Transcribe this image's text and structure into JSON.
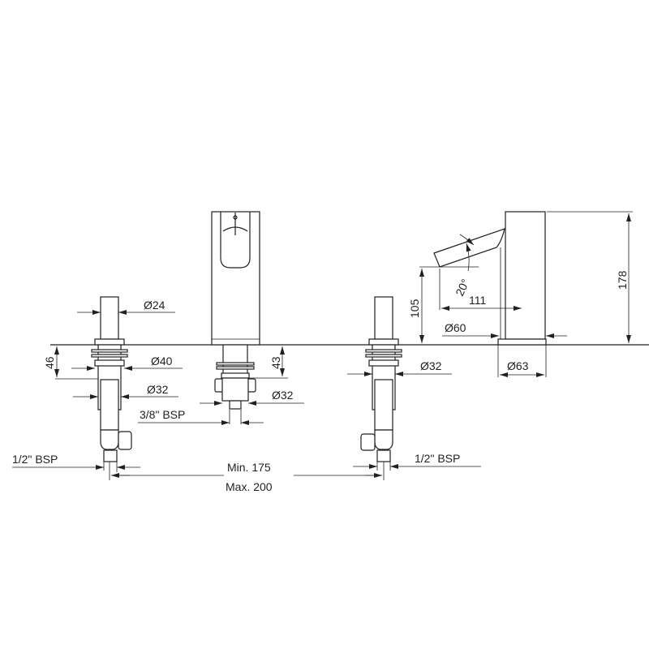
{
  "labels": {
    "d24": "Ø24",
    "d40": "Ø40",
    "d32_left": "Ø32",
    "d32_center": "Ø32",
    "d32_right": "Ø32",
    "h46": "46",
    "h43": "43",
    "bsp38": "3/8\" BSP",
    "bsp12_left": "1/2\" BSP",
    "bsp12_right": "1/2\" BSP",
    "min": "Min. 175",
    "max": "Max. 200",
    "h105": "105",
    "angle20": "20°",
    "l111": "111",
    "d60": "Ø60",
    "d63": "Ø63",
    "h178": "178"
  }
}
